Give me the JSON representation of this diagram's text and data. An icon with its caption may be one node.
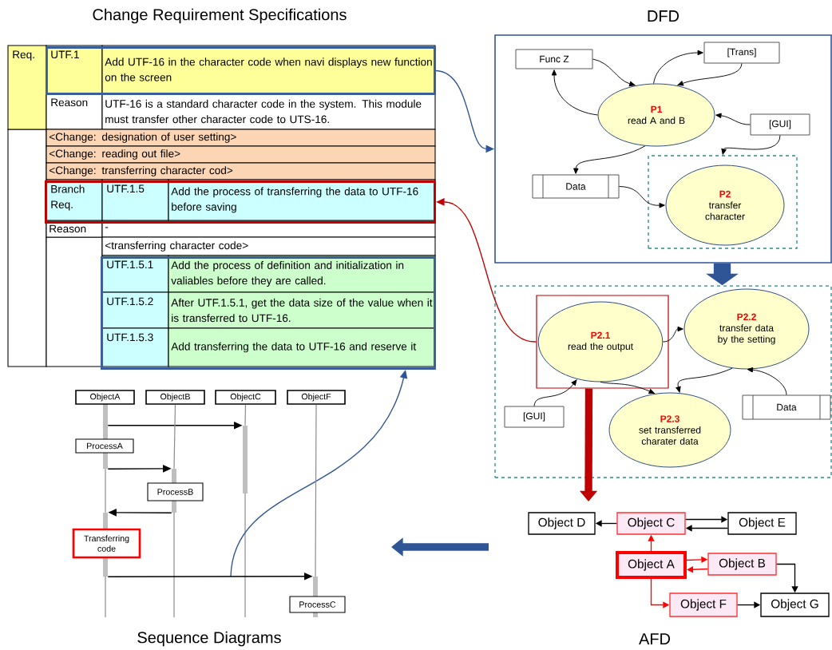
{
  "diagram": {
    "nodes": [
      {
        "text": [
          "UTF.1",
          "Add UTF-16 in the character code when navi displays new function on the screen"
        ]
      },
      {
        "text": [
          "Branch Req.",
          "UTF.1.5",
          "Add the process of transferring the data to UTF-16 before saving"
        ]
      },
      {
        "text": [
          "UTF.1.5.1",
          "Add the process of definition and initialization in valiables before they are called.",
          "UTF.1.5.2",
          "After UTF.1.5.1, get the data size of the value when it is transferred to UTF-16.",
          "UTF.1.5.3",
          "Add transferring the data to UTF-16 and reserve it"
        ]
      },
      {
        "text": [
          "DFD"
        ]
      },
      {
        "text": [
          "Func Z"
        ],
        "in": 3
      },
      {
        "text": [
          "[Trans]"
        ],
        "in": 3
      },
      {
        "text": [
          "P1",
          "read A and B"
        ],
        "in": 3
      },
      {
        "text": [
          "[GUI]"
        ],
        "in": 3
      },
      {
        "text": [
          "Data"
        ],
        "in": 3
      },
      {
        "text": [],
        "shape": "box",
        "in": 3
      },
      {
        "text": [
          "P2",
          "transfer character"
        ],
        "in": 9
      },
      {
        "text": [],
        "shape": "box"
      },
      {
        "text": [],
        "shape": "box",
        "in": 11
      },
      {
        "text": [
          "P2.1",
          "read the output"
        ],
        "in": 12
      },
      {
        "text": [
          "P2.2",
          "transfer data by the setting"
        ],
        "in": 11
      },
      {
        "text": [
          "[GUI]"
        ],
        "in": 11
      },
      {
        "text": [
          "P2.3",
          "set transferred charater data"
        ],
        "in": 11
      },
      {
        "text": [
          "Data"
        ],
        "in": 11
      },
      {
        "text": [
          "Object D"
        ]
      },
      {
        "text": [
          "Object C"
        ]
      },
      {
        "text": [
          "Object E"
        ]
      },
      {
        "text": [
          "Object A"
        ]
      },
      {
        "text": [
          "Object B"
        ]
      },
      {
        "text": [
          "Object F"
        ]
      },
      {
        "text": [
          "Object G"
        ]
      },
      {
        "text": [
          "ObjectA"
        ]
      },
      {
        "text": [
          "ObjectB"
        ]
      },
      {
        "text": [
          "ObjectC"
        ]
      },
      {
        "text": [
          "ObjectF"
        ]
      },
      {
        "text": [
          "ProcessA"
        ]
      },
      {
        "text": [
          "ProcessB"
        ]
      },
      {
        "text": [
          "Transferring code"
        ]
      },
      {
        "text": [
          "ProcessC"
        ]
      },
      {
        "text": [],
        "shape": "bar"
      },
      {
        "text": [],
        "shape": "bar"
      },
      {
        "text": [],
        "shape": "bar"
      },
      {
        "text": [],
        "shape": "bar"
      },
      {
        "text": [],
        "shape": "bar"
      },
      {
        "text": [],
        "shape": "bar"
      },
      {
        "text": [],
        "shape": "bar"
      },
      {
        "text": [],
        "shape": "bar"
      }
    ],
    "edges": [
      {
        "from": 0,
        "to": 3,
        "arrow": "to",
        "color": "#2f5597"
      },
      {
        "from": 12,
        "to": 1,
        "arrow": "to",
        "color": "#c00000"
      },
      {
        "from": null,
        "to": 2,
        "arrow": "to",
        "color": "#2f5597"
      },
      {
        "from": 4,
        "to": 6,
        "arrow": "to"
      },
      {
        "from": 6,
        "to": 4,
        "arrow": "to"
      },
      {
        "from": 6,
        "to": 5,
        "arrow": "to"
      },
      {
        "from": 5,
        "to": 6,
        "arrow": "to"
      },
      {
        "from": 7,
        "to": 6,
        "arrow": "to"
      },
      {
        "from": 7,
        "to": 9,
        "arrow": "to"
      },
      {
        "from": 6,
        "to": 8,
        "arrow": "to"
      },
      {
        "from": 8,
        "to": 10,
        "arrow": "to"
      },
      {
        "from": 3,
        "to": 11,
        "arrow": "to",
        "style": "thick",
        "color": "#2f5597"
      },
      {
        "from": 13,
        "to": 14,
        "arrow": "to"
      },
      {
        "from": 14,
        "to": 16,
        "arrow": "to"
      },
      {
        "from": 13,
        "to": 16,
        "arrow": "to"
      },
      {
        "from": 15,
        "to": 13,
        "arrow": "to"
      },
      {
        "from": 17,
        "to": 14,
        "arrow": "to"
      },
      {
        "from": 12,
        "to": null,
        "arrow": "to",
        "style": "thick",
        "color": "#c00000"
      },
      {
        "from": 19,
        "to": 18,
        "arrow": "to"
      },
      {
        "from": 19,
        "to": 20,
        "arrow": "to"
      },
      {
        "from": 20,
        "to": 19,
        "arrow": "to"
      },
      {
        "from": 21,
        "to": 19,
        "arrow": "to",
        "color": "#ff0000"
      },
      {
        "from": 21,
        "to": 22,
        "arrow": "to",
        "color": "#ff0000"
      },
      {
        "from": 22,
        "to": 21,
        "arrow": "to",
        "color": "#ff0000"
      },
      {
        "from": 21,
        "to": 23,
        "arrow": "to",
        "color": "#ff0000"
      },
      {
        "from": 22,
        "to": 24,
        "arrow": "to"
      },
      {
        "from": 23,
        "to": 24,
        "arrow": "to"
      },
      {
        "from": 33,
        "to": 34,
        "arrow": "to"
      },
      {
        "from": 38,
        "to": 35,
        "arrow": "to"
      },
      {
        "from": 39,
        "to": 36,
        "arrow": "to"
      },
      {
        "from": 40,
        "to": 37,
        "arrow": "to"
      },
      {
        "from": 26,
        "to": 35,
        "arrow": "none",
        "color": "#8c8c8c"
      },
      {
        "from": 27,
        "to": 34,
        "arrow": "none",
        "color": "#8c8c8c"
      },
      {
        "from": 28,
        "to": 37,
        "arrow": "none",
        "color": "#8c8c8c"
      },
      {
        "from": 38,
        "to": 36,
        "arrow": "none",
        "color": "#8c8c8c"
      }
    ],
    "labels": [
      "Change Requirement Specifications",
      "Req.",
      "Reason",
      "UTF-16 is a standard character code in the system. This module must transfer other character code to UTS-16.",
      "<Change: designation of user setting>",
      "<Change: reading out file>",
      "<Change: transferring character cod>",
      "Reason",
      "-",
      "<transferring character code>",
      "Sequence Diagrams",
      "AFD"
    ]
  }
}
